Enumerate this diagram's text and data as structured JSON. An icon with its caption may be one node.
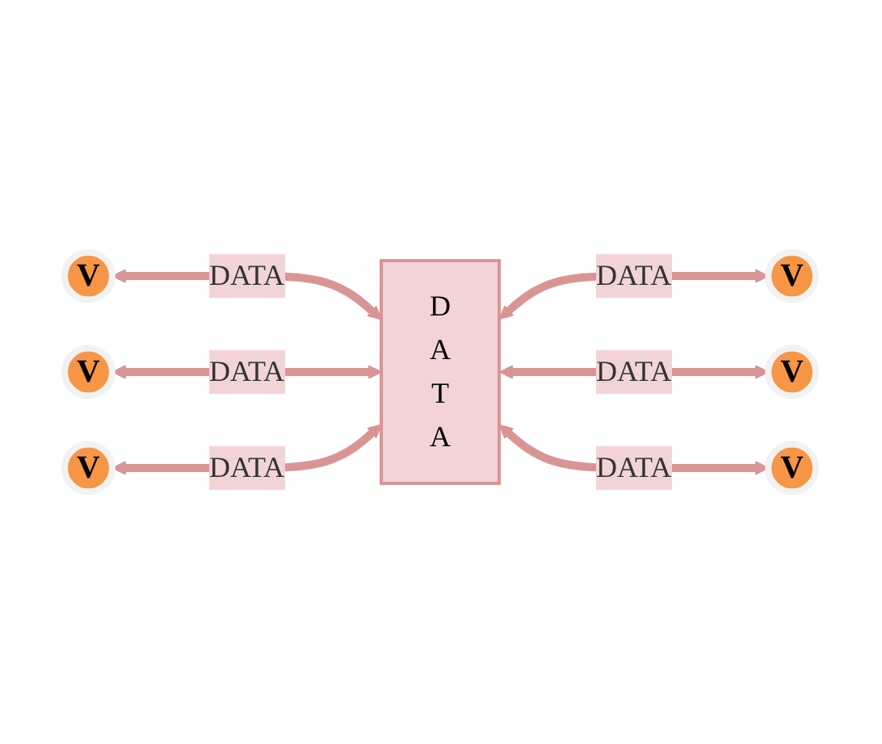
{
  "diagram": {
    "nodes": [
      {
        "text": [
          "V"
        ]
      },
      {
        "text": [
          "V"
        ]
      },
      {
        "text": [
          "V"
        ]
      },
      {
        "text": [
          "V"
        ]
      },
      {
        "text": [
          "V"
        ]
      },
      {
        "text": [
          "V"
        ]
      },
      {
        "text": [
          "D A T A"
        ]
      }
    ],
    "edges": [
      {
        "from": 0,
        "to": 6,
        "label": "DATA",
        "arrow": "both"
      },
      {
        "from": 6,
        "to": 1,
        "label": "DATA",
        "arrow": "both"
      },
      {
        "from": 2,
        "to": 6,
        "label": "DATA",
        "arrow": "both"
      },
      {
        "from": 6,
        "to": 3,
        "label": "DATA",
        "arrow": "both"
      },
      {
        "from": 4,
        "to": 6,
        "label": "DATA",
        "arrow": "both"
      },
      {
        "from": 6,
        "to": 5,
        "label": "DATA",
        "arrow": "both"
      }
    ]
  }
}
